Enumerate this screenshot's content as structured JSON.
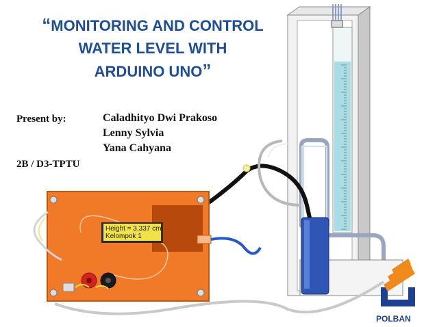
{
  "title": {
    "open_quote": "“",
    "line1": "MONITORING AND CONTROL",
    "line2": "WATER LEVEL WITH",
    "line3": "ARDUINO UNO",
    "close_quote": "”"
  },
  "presenters": {
    "label": "Present by:",
    "names": [
      "Caladhityo Dwi Prakoso",
      "Lenny Sylvia",
      "Yana Cahyana"
    ]
  },
  "class_label": "2B / D3-TPTU",
  "lcd": {
    "line1": "Height  = 3,337 cm",
    "line2": "Kelompok 1"
  },
  "logo": {
    "text": "POLBAN"
  },
  "colors": {
    "title": "#1f4e99",
    "board": "#f07a28",
    "water": "#a9dde6",
    "reservoir": "#2f55b5",
    "lcd": "#f2e24a",
    "logo": "#1f3f8f"
  }
}
